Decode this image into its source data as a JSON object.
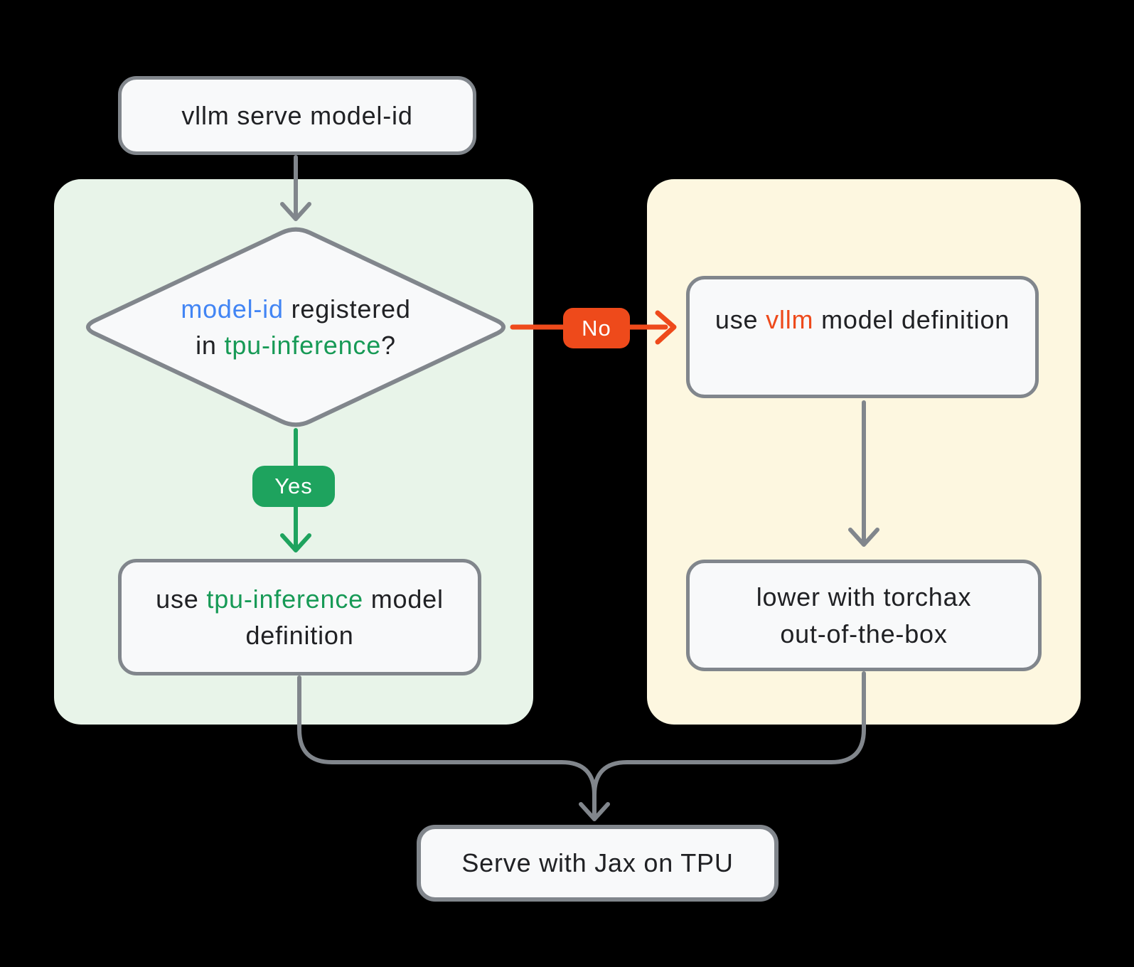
{
  "palette": {
    "background": "#000000",
    "panel_green": "#e8f4e9",
    "panel_yellow": "#fdf7e0",
    "node_fill": "#f8f9fa",
    "node_border": "#81868c",
    "arrow_gray": "#81868c",
    "text": "#202124",
    "blue": "#4285f4",
    "green": "#179a56",
    "green_badge": "#1ea35e",
    "orange": "#ee4a1b",
    "white": "#ffffff"
  },
  "flow": {
    "start": {
      "label": "vllm serve model-id"
    },
    "decision": {
      "segments": [
        {
          "text": "model-id",
          "color": "blue"
        },
        {
          "text": " registered\nin "
        },
        {
          "text": "tpu-inference",
          "color": "green"
        },
        {
          "text": "?"
        }
      ]
    },
    "yes_label": "Yes",
    "no_label": "No",
    "tpu_box": {
      "segments": [
        {
          "text": "use "
        },
        {
          "text": "tpu-inference",
          "color": "green"
        },
        {
          "text": " model\ndefinition"
        }
      ]
    },
    "vllm_box": {
      "segments": [
        {
          "text": "use "
        },
        {
          "text": "vllm",
          "color": "orange"
        },
        {
          "text": " model definition"
        }
      ]
    },
    "torchax_box": {
      "label": "lower with torchax\nout-of-the-box"
    },
    "serve_box": {
      "label": "Serve with Jax on TPU"
    }
  }
}
